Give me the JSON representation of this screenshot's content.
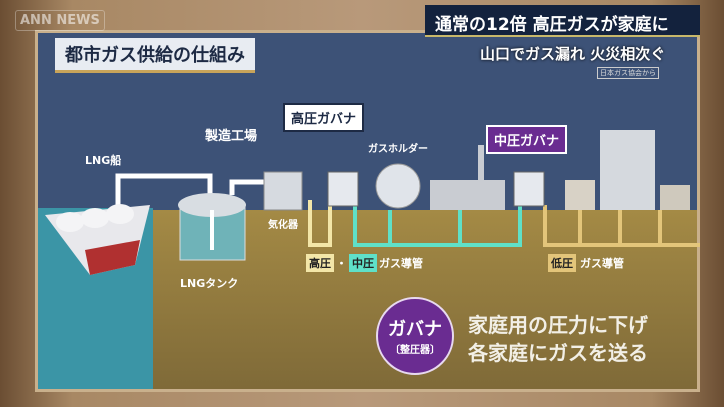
{
  "broadcast": {
    "logo": "ANN NEWS",
    "headline": "通常の12倍 高圧ガスが家庭に",
    "subheadline": "山口でガス漏れ 火災相次ぐ",
    "source": "日本ガス協会から"
  },
  "diagram": {
    "title": "都市ガス供給の仕組み",
    "labels": {
      "lng_ship": "LNG船",
      "factory": "製造工場",
      "lng_tank": "LNGタンク",
      "vaporizer": "気化器",
      "gas_holder": "ガスホルダー"
    },
    "governors": {
      "high": "高圧ガバナ",
      "medium": "中圧ガバナ"
    },
    "pipes": {
      "high": "高圧",
      "dot": "・",
      "medium": "中圧",
      "high_medium_suffix": "ガス導管",
      "low": "低圧",
      "low_suffix": "ガス導管"
    },
    "explain": {
      "badge": "ガバナ",
      "badge_sub": "〔整圧器〕",
      "line1": "家庭用の圧力に下げ",
      "line2": "各家庭にガスを送る"
    },
    "colors": {
      "high_pipe": "#f3e6a8",
      "medium_pipe": "#5fe0c8",
      "low_pipe": "#e3c57a",
      "governor_purple": "#6a2c91",
      "board": "#3d5277",
      "ground": "#a48a45",
      "sea": "#3b95a6"
    }
  }
}
